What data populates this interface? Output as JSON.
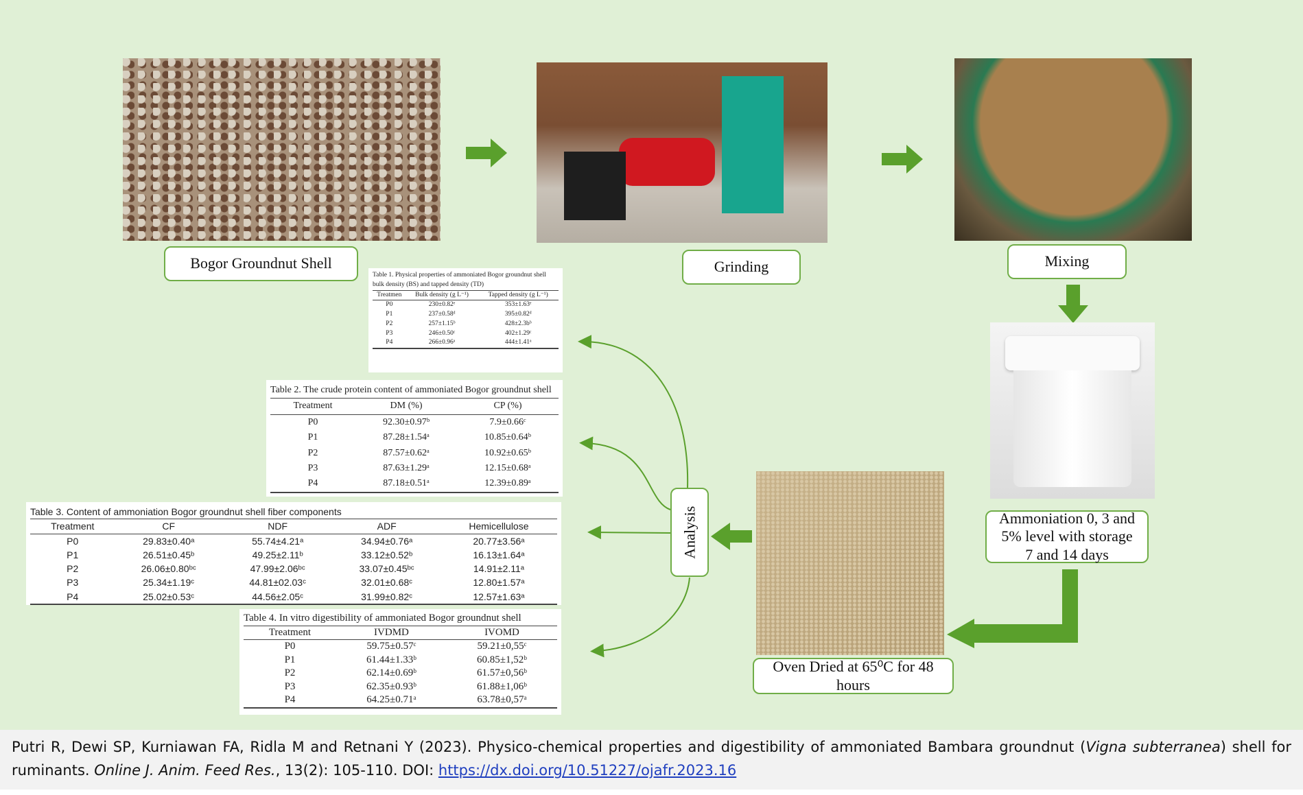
{
  "steps": {
    "shell": "Bogor Groundnut Shell",
    "grinding": "Grinding",
    "mixing": "Mixing",
    "ammoniation": "Ammoniation 0, 3 and 5% level with storage 7 and 14 days",
    "oven": "Oven Dried at 65⁰C for 48 hours",
    "analysis": "Analysis"
  },
  "colors": {
    "background": "#e0f0d6",
    "arrow": "#5aa02c",
    "border": "#70ad47"
  },
  "tables": [
    {
      "caption": "Table 1. Physical properties of ammoniated Bogor groundnut shell bulk density (BS) and tapped density (TD)",
      "headers": [
        "Treatmen",
        "Bulk density (g L⁻¹)",
        "Tapped density (g L⁻¹)"
      ],
      "rows": [
        [
          "P0",
          "230±0.82ᵉ",
          "353±1.63ᵉ"
        ],
        [
          "P1",
          "237±0.58ᵈ",
          "395±0.82ᵈ"
        ],
        [
          "P2",
          "257±1.15ᵇ",
          "428±2.3bᵇ"
        ],
        [
          "P3",
          "246±0.50ᶜ",
          "402±1.29ᶜ"
        ],
        [
          "P4",
          "266±0.96ᵃ",
          "444±1.41ᵃ"
        ]
      ]
    },
    {
      "caption": "Table 2. The crude protein content of ammoniated Bogor groundnut shell",
      "headers": [
        "Treatment",
        "DM (%)",
        "CP (%)"
      ],
      "rows": [
        [
          "P0",
          "92.30±0.97ᵇ",
          "7.9±0.66ᶜ"
        ],
        [
          "P1",
          "87.28±1.54ᵃ",
          "10.85±0.64ᵇ"
        ],
        [
          "P2",
          "87.57±0.62ᵃ",
          "10.92±0.65ᵇ"
        ],
        [
          "P3",
          "87.63±1.29ᵃ",
          "12.15±0.68ᵃ"
        ],
        [
          "P4",
          "87.18±0.51ᵃ",
          "12.39±0.89ᵃ"
        ]
      ]
    },
    {
      "caption": "Table 3. Content of ammoniation Bogor groundnut shell fiber components",
      "headers": [
        "Treatment",
        "CF",
        "NDF",
        "ADF",
        "Hemicellulose"
      ],
      "rows": [
        [
          "P0",
          "29.83±0.40ᵃ",
          "55.74±4.21ᵃ",
          "34.94±0.76ᵃ",
          "20.77±3.56ᵃ"
        ],
        [
          "P1",
          "26.51±0.45ᵇ",
          "49.25±2.11ᵇ",
          "33.12±0.52ᵇ",
          "16.13±1.64ᵃ"
        ],
        [
          "P2",
          "26.06±0.80ᵇᶜ",
          "47.99±2.06ᵇᶜ",
          "33.07±0.45ᵇᶜ",
          "14.91±2.11ᵃ"
        ],
        [
          "P3",
          "25.34±1.19ᶜ",
          "44.81±02.03ᶜ",
          "32.01±0.68ᶜ",
          "12.80±1.57ᵃ"
        ],
        [
          "P4",
          "25.02±0.53ᶜ",
          "44.56±2.05ᶜ",
          "31.99±0.82ᶜ",
          "12.57±1.63ᵃ"
        ]
      ]
    },
    {
      "caption": "Table 4. In vitro digestibility of ammoniated Bogor groundnut shell",
      "headers": [
        "Treatment",
        "IVDMD",
        "IVOMD"
      ],
      "rows": [
        [
          "P0",
          "59.75±0.57ᶜ",
          "59.21±0,55ᶜ"
        ],
        [
          "P1",
          "61.44±1.33ᵇ",
          "60.85±1,52ᵇ"
        ],
        [
          "P2",
          "62.14±0.69ᵇ",
          "61.57±0,56ᵇ"
        ],
        [
          "P3",
          "62.35±0.93ᵇ",
          "61.88±1,06ᵇ"
        ],
        [
          "P4",
          "64.25±0.71ᵃ",
          "63.78±0,57ᵃ"
        ]
      ]
    }
  ],
  "citation": {
    "authors": "Putri R, Dewi SP, Kurniawan FA, Ridla M and Retnani Y (2023). Physico-chemical properties and digestibility of ammoniated Bambara groundnut (",
    "species": "Vigna subterranea",
    "mid": ") shell for ruminants. ",
    "journal": "Online J. Anim. Feed Res.",
    "tail": ", 13(2): 105-110. DOI: ",
    "doi": "https://dx.doi.org/10.51227/ojafr.2023.16"
  }
}
